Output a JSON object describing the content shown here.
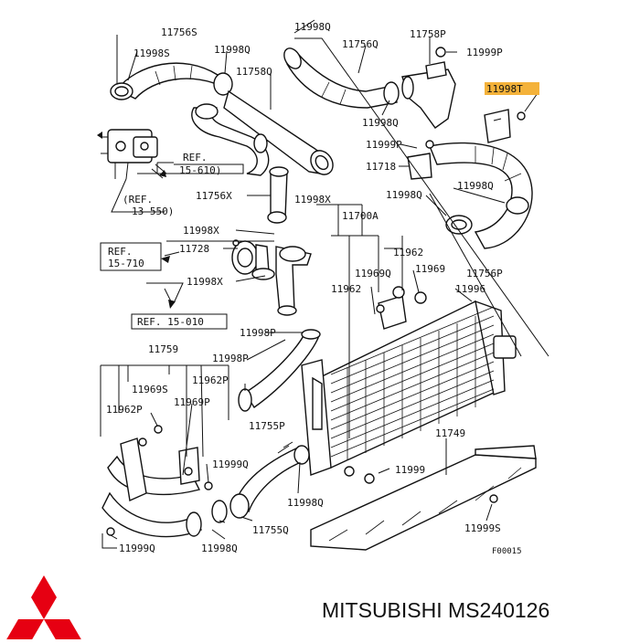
{
  "diagram": {
    "part_labels": [
      "11756S",
      "11998S",
      "11998Q",
      "11758Q",
      "11998Q",
      "11756Q",
      "11758P",
      "11999P",
      "11998T",
      "11998Q",
      "11999P",
      "11718",
      "11998Q",
      "11998Q",
      "11756X",
      "11998X",
      "11700A",
      "11998X",
      "11728",
      "11998X",
      "11962",
      "11969Q",
      "11969",
      "11962",
      "11996",
      "11756P",
      "11998P",
      "11759",
      "11998P",
      "11969S",
      "11962P",
      "11962P",
      "11969P",
      "11755P",
      "11749",
      "11999Q",
      "11999",
      "11998Q",
      "11999S",
      "11755Q",
      "11999Q",
      "11998Q"
    ],
    "refs": [
      "REF.",
      "15-610)",
      "(REF.",
      "13-550)",
      "REF.",
      "15-710",
      "REF. 15-010"
    ],
    "figure_code": "F00015"
  },
  "footer": {
    "brand_text": "MITSUBISHI MS240126",
    "logo_color": "#e60012"
  }
}
